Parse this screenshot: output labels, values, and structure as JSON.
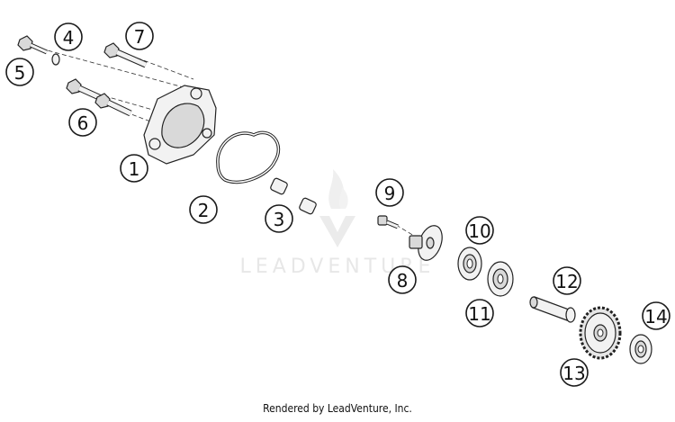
{
  "diagram": {
    "callouts": [
      "1",
      "2",
      "3",
      "4",
      "5",
      "6",
      "7",
      "8",
      "9",
      "10",
      "11",
      "12",
      "13",
      "14"
    ],
    "watermark": "LEADVENTURE",
    "footer": "Rendered by LeadVenture, Inc."
  }
}
